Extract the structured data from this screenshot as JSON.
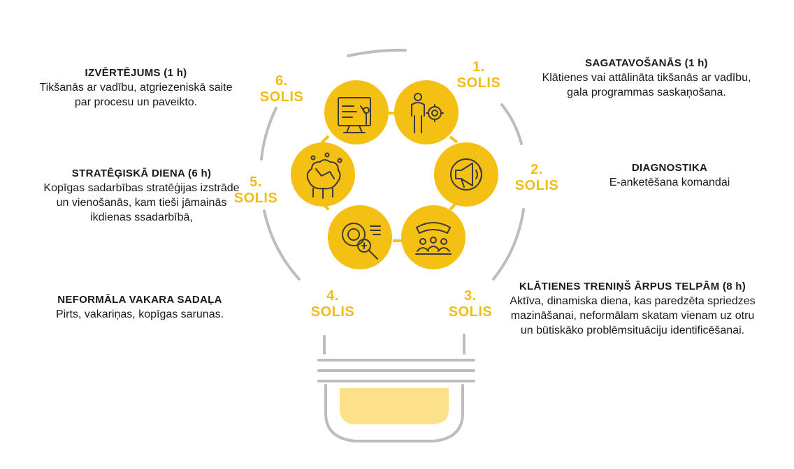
{
  "colors": {
    "accent": "#f4c013",
    "bulb_outline": "#bdbdbd",
    "base_fill": "#fde08a",
    "icon_stroke": "#3a3a3a"
  },
  "steps": [
    {
      "num": "1.",
      "label": "SOLIS",
      "title": "SAGATAVOŠANĀS (1 h)",
      "text": "Klātienes vai attālināta tikšanās ar vadību, gala programmas saskaņošana.",
      "icon": "person-gear-icon"
    },
    {
      "num": "2.",
      "label": "SOLIS",
      "title": "DIAGNOSTIKA",
      "text": "E-anketēšana komandai",
      "icon": "megaphone-icon"
    },
    {
      "num": "3.",
      "label": "SOLIS",
      "title": "KLĀTIENES TRENIŅŠ ĀRPUS TELPĀM (8 h)",
      "text": "Aktīva, dinamiska diena, kas paredzēta spriedzes mazināšanai, neformālam skatam vienam uz otru un būtiskāko problēmsituāciju identificēšanai.",
      "icon": "team-meeting-icon"
    },
    {
      "num": "4.",
      "label": "SOLIS",
      "title": "NEFORMĀLA VAKARA SADAĻA",
      "text": "Pirts, vakariņas, kopīgas sarunas.",
      "icon": "finance-analysis-icon"
    },
    {
      "num": "5.",
      "label": "SOLIS",
      "title": "STRATĒĢISKĀ DIENA (6 h)",
      "text": "Kopīgas sadarbības stratēģijas izstrāde un vienošanās, kam tieši jāmainās ikdienas ssadarbībā,",
      "icon": "brain-network-icon"
    },
    {
      "num": "6.",
      "label": "SOLIS",
      "title": "IZVĒRTĒJUMS (1 h)",
      "text": "Tikšanās ar vadību, atgriezeniskā saite par procesu un paveikto.",
      "icon": "presentation-icon"
    }
  ]
}
